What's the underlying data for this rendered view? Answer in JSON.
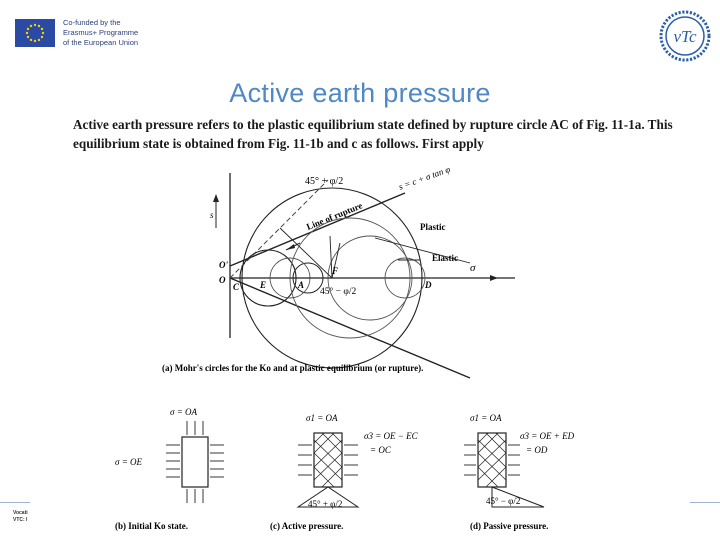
{
  "header": {
    "eu_funding_lines": [
      "Co-funded by the",
      "Erasmus+ Programme",
      "of the European Union"
    ],
    "partner_logo_text": "vTc"
  },
  "slide": {
    "title": "Active earth pressure",
    "intro_text": "Active earth pressure refers to the plastic equilibrium state defined by rupture circle AC of Fig. 11-1a. This equilibrium state is obtained from Fig. 11-1b and c as follows. First apply"
  },
  "figure_a": {
    "labels": {
      "angle_top": "45° + φ/2",
      "envelope": "s = c + σ tan φ",
      "line_of_rupture": "Line of rupture",
      "plastic": "Plastic",
      "elastic": "Elastic",
      "sigma_axis": "σ",
      "s_axis": "s",
      "o_prime": "O'",
      "o": "O",
      "c": "C",
      "e": "E",
      "a": "A",
      "f": "F",
      "d": "D",
      "angle_bottom": "45° − φ/2"
    },
    "caption": "(a) Mohr's circles for the Ko and at plastic equilibrium (or rupture)."
  },
  "figure_b": {
    "sigma_v": "σ = OA",
    "sigma_h": "σ = OE",
    "caption": "(b) Initial Ko state."
  },
  "figure_c": {
    "sigma1": "σ1 = OA",
    "sigma3_line1": "σ3 = OE − EC",
    "sigma3_line2": "= OC",
    "angle": "45° + φ/2",
    "caption": "(c) Active pressure."
  },
  "figure_d": {
    "sigma1": "σ1 = OA",
    "sigma3_line1": "σ3 = OE + ED",
    "sigma3_line2": "= OD",
    "angle": "45° − φ/2",
    "caption": "(d) Passive pressure."
  },
  "footer": {
    "line1": "Vocati",
    "line2": "VTC: I"
  }
}
